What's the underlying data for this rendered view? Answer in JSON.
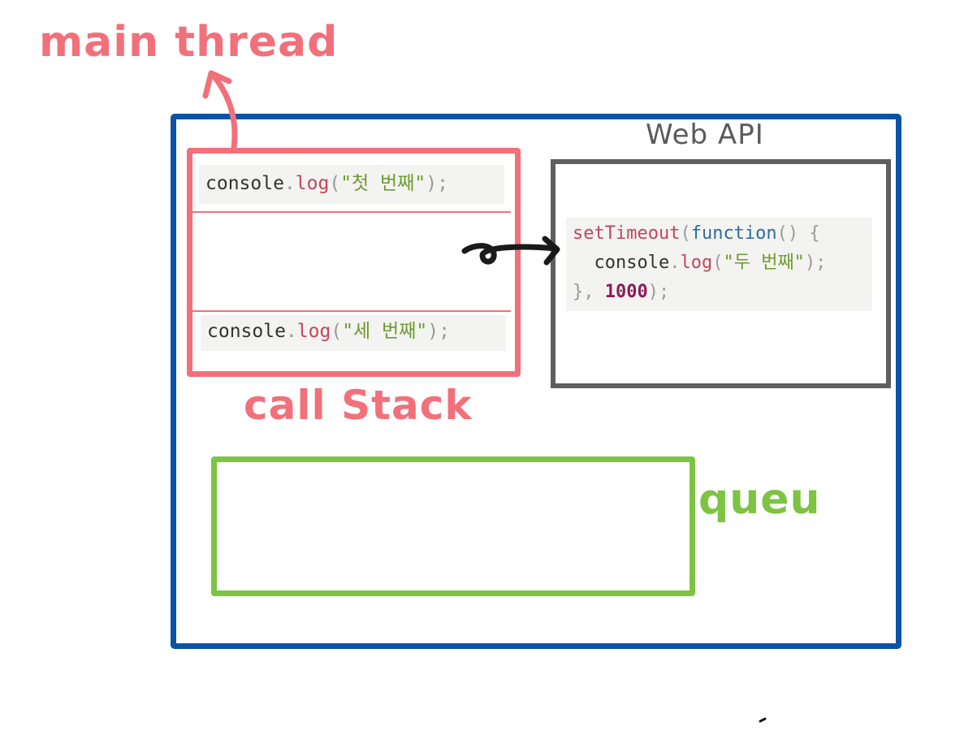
{
  "labels": {
    "main_thread": "main thread",
    "call_stack": "call Stack",
    "web_api": "Web API",
    "queue": "queu"
  },
  "colors": {
    "outer_frame": "#0b53a5",
    "call_stack": "#f2707a",
    "web_api": "#5f5f5f",
    "queue": "#7cc441",
    "arrow": "#1a1a1a"
  },
  "call_stack": {
    "items": [
      {
        "object": "console",
        "dot": ".",
        "method": "log",
        "open": "(",
        "string": "\"첫 번째\"",
        "close": ");"
      },
      {
        "object": "console",
        "dot": ".",
        "method": "log",
        "open": "(",
        "string": "\"세 번째\"",
        "close": ");"
      }
    ]
  },
  "web_api": {
    "code": {
      "line1": {
        "fn": "setTimeout",
        "open": "(",
        "kw": "function",
        "rest": "() {"
      },
      "line2": {
        "indent": "  ",
        "object": "console",
        "dot": ".",
        "method": "log",
        "open": "(",
        "string": "\"두 번째\"",
        "close": ");"
      },
      "line3": {
        "start": "}, ",
        "num": "1000",
        "end": ");"
      }
    }
  },
  "queue": {
    "items": []
  }
}
